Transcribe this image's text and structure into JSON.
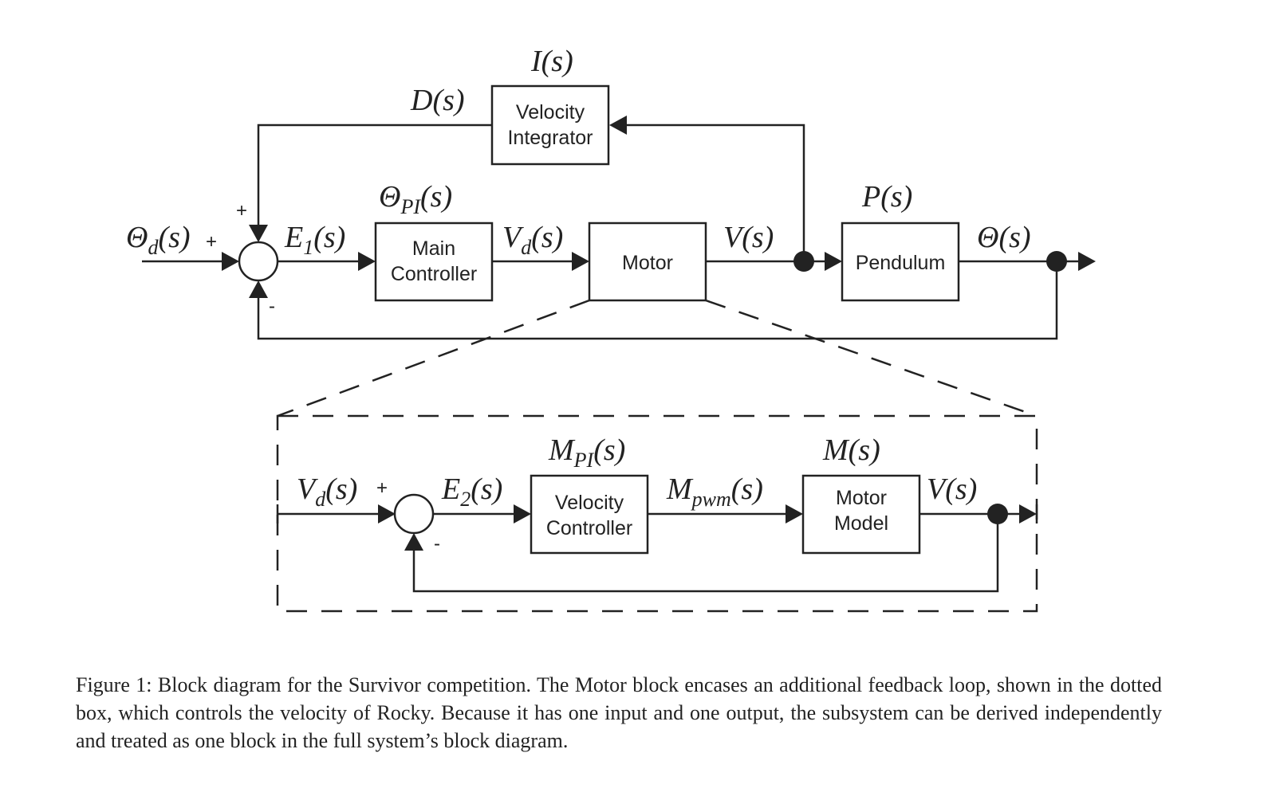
{
  "blocks": {
    "velocity_integrator": [
      "Velocity",
      "Integrator"
    ],
    "main_controller": [
      "Main",
      "Controller"
    ],
    "motor": "Motor",
    "pendulum": "Pendulum",
    "velocity_controller": [
      "Velocity",
      "Controller"
    ],
    "motor_model": [
      "Motor",
      "Model"
    ]
  },
  "signals": {
    "theta_d": {
      "base": "Θ",
      "sub": "d",
      "arg": "(s)"
    },
    "e1": {
      "base": "E",
      "sub": "1",
      "arg": "(s)"
    },
    "v_d_outer": {
      "base": "V",
      "sub": "d",
      "arg": "(s)"
    },
    "v_outer": {
      "base": "V",
      "arg": "(s)"
    },
    "theta": {
      "base": "Θ",
      "arg": "(s)"
    },
    "d": {
      "base": "D",
      "arg": "(s)"
    },
    "i": {
      "base": "I",
      "arg": "(s)"
    },
    "theta_pi": {
      "base": "Θ",
      "sub": "PI",
      "arg": "(s)"
    },
    "p": {
      "base": "P",
      "arg": "(s)"
    },
    "v_d_inner": {
      "base": "V",
      "sub": "d",
      "arg": "(s)"
    },
    "e2": {
      "base": "E",
      "sub": "2",
      "arg": "(s)"
    },
    "m_pi": {
      "base": "M",
      "sub": "PI",
      "arg": "(s)"
    },
    "m_pwm": {
      "base": "M",
      "sub": "pwm",
      "arg": "(s)"
    },
    "m": {
      "base": "M",
      "arg": "(s)"
    },
    "v_inner": {
      "base": "V",
      "arg": "(s)"
    }
  },
  "signs": {
    "outer_top_plus": "+",
    "outer_left_plus": "+",
    "outer_minus": "-",
    "inner_plus": "+",
    "inner_minus": "-"
  },
  "caption": "Figure 1: Block diagram for the Survivor competition. The Motor block encases an additional feedback loop, shown in the dotted box, which controls the velocity of Rocky. Because it has one input and one output, the subsystem can be derived independently and treated as one block in the full system’s block diagram."
}
